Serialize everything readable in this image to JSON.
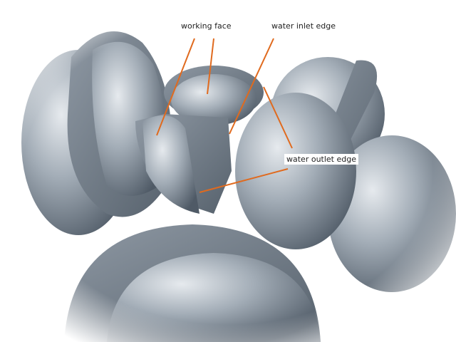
{
  "labels": {
    "working_face": "working face",
    "water_inlet_edge": "water inlet edge",
    "water_outlet_edge": "water outlet edge"
  },
  "colors": {
    "leader_line": "#e06a1e",
    "metal_dark": "#5f6a76",
    "metal_light": "#c9d0d7"
  }
}
